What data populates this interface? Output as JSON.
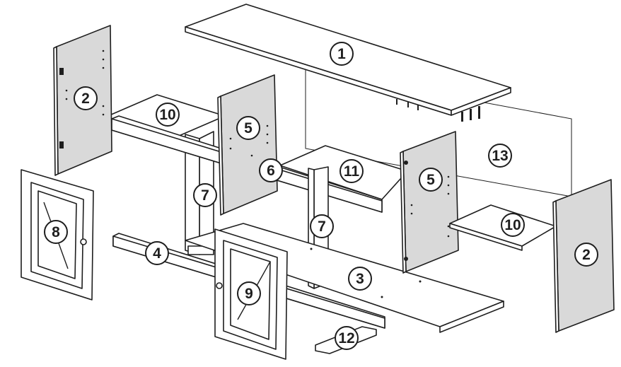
{
  "diagram": {
    "parts": [
      {
        "key": "p1",
        "number": "1"
      },
      {
        "key": "p2a",
        "number": "2"
      },
      {
        "key": "p2b",
        "number": "2"
      },
      {
        "key": "p3",
        "number": "3"
      },
      {
        "key": "p4",
        "number": "4"
      },
      {
        "key": "p5a",
        "number": "5"
      },
      {
        "key": "p5b",
        "number": "5"
      },
      {
        "key": "p6",
        "number": "6"
      },
      {
        "key": "p7a",
        "number": "7"
      },
      {
        "key": "p7b",
        "number": "7"
      },
      {
        "key": "p8",
        "number": "8"
      },
      {
        "key": "p9",
        "number": "9"
      },
      {
        "key": "p10a",
        "number": "10"
      },
      {
        "key": "p10b",
        "number": "10"
      },
      {
        "key": "p11",
        "number": "11"
      },
      {
        "key": "p12",
        "number": "12"
      },
      {
        "key": "p13",
        "number": "13"
      }
    ]
  }
}
